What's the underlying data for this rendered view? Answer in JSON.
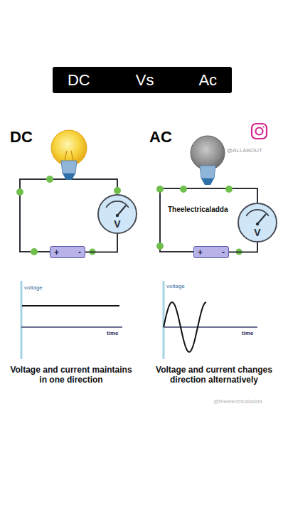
{
  "diagram": {
    "title": "DC Vs Ac",
    "nodes": [
      {
        "text": [
          "V"
        ]
      },
      {
        "text": [
          "+",
          "-"
        ]
      },
      {
        "text": [
          "V"
        ]
      },
      {
        "text": [
          "+",
          "-"
        ]
      }
    ],
    "edges": [
      {
        "from": 1,
        "to": 0,
        "arrow": "none"
      },
      {
        "from": 3,
        "to": 2,
        "arrow": "none"
      }
    ],
    "labels": [
      "DC",
      "AC",
      "Theelectricaladda",
      "@ALLABOUT",
      "voltage",
      "time",
      "voltage",
      "time",
      "Voltage and current maintains in one direction",
      "Voltage and current changes direction alternatively",
      "@theelectricaladda"
    ]
  }
}
